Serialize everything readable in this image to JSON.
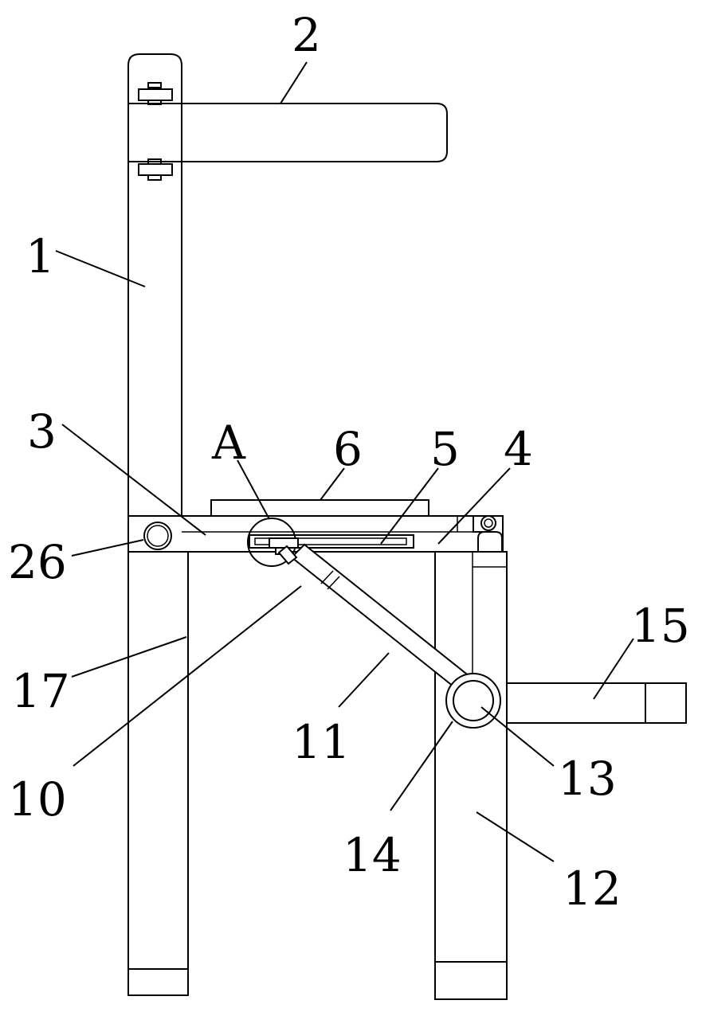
{
  "figure": {
    "labels": {
      "l1": "1",
      "l2": "2",
      "l3": "3",
      "l4": "4",
      "l5": "5",
      "l6": "6",
      "lA": "A",
      "l10": "10",
      "l11": "11",
      "l12": "12",
      "l13": "13",
      "l14": "14",
      "l15": "15",
      "l17": "17",
      "l26": "26"
    },
    "line_color": "#000000",
    "background": "#ffffff"
  }
}
